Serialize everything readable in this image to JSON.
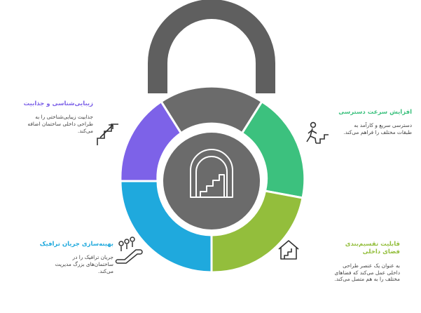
{
  "colors": {
    "shackle": "#5f5f5f",
    "top_segment": "#6b6b6b",
    "center": "#6b6b6b",
    "ring_stroke": "#ffffff",
    "purple": "#7d62e8",
    "green": "#3cc17e",
    "blue": "#1fa9dd",
    "olive": "#93be3c",
    "title_purple": "#7d62e8",
    "title_green": "#3cc17e",
    "title_blue": "#1fa9dd",
    "title_olive": "#93be3c"
  },
  "center_icon": "staircase-archway-icon",
  "items": [
    {
      "id": "aesthetics",
      "title": "زیبایی‌شناسی و جذابیت",
      "desc": [
        "جذابیت زیبایی‌شناختی را به",
        "طراحی داخلی ساختمان اضافه",
        "می‌کند."
      ],
      "icon": "stairs-up-icon",
      "color": "purple"
    },
    {
      "id": "access-speed",
      "title": "افزایش سرعت دسترسی",
      "desc": [
        "دسترسی سریع و کارآمد به",
        "طبقات مختلف را فراهم می‌کند."
      ],
      "icon": "person-climbing-stairs-icon",
      "color": "green"
    },
    {
      "id": "traffic-flow",
      "title": "بهینه‌سازی جریان ترافیک",
      "desc": [
        "جریان ترافیک را در",
        "ساختمان‌های بزرگ مدیریت",
        "می‌کند."
      ],
      "icon": "people-escalator-icon",
      "color": "blue"
    },
    {
      "id": "space-division",
      "title": "قابلیت تقسیم‌بندی فضای داخلی",
      "desc": [
        "به عنوان یک عنصر طراحی",
        "داخلی عمل می‌کند که فضاهای",
        "مختلف را به هم متصل می‌کند."
      ],
      "icon": "house-stairs-icon",
      "color": "olive"
    }
  ]
}
